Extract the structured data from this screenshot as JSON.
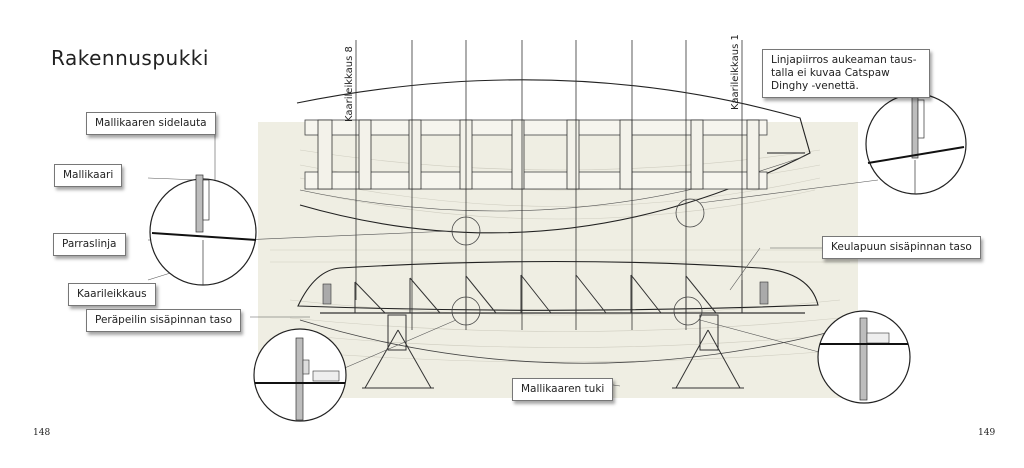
{
  "title": "Rakennuspukki",
  "labels": {
    "mallikaaren_sidelauta": "Mallikaaren sidelauta",
    "mallikaari": "Mallikaari",
    "parraslinja": "Parraslinja",
    "kaarileikkaus": "Kaarileikkaus",
    "perapeilin": "Peräpeilin sisäpinnan taso",
    "keulapuun": "Keulapuun sisäpinnan taso",
    "mallikaaren_tuki": "Mallikaaren tuki",
    "linjapiirros": "Linjapiirros aukeaman taus-talla ei kuvaa Catspaw Dinghy -venettä.",
    "kaarileikkaus_8": "Kaarileikkaus 8",
    "kaarileikkaus_1": "Kaarileikkaus 1"
  },
  "pages": {
    "left": "148",
    "right": "149"
  }
}
